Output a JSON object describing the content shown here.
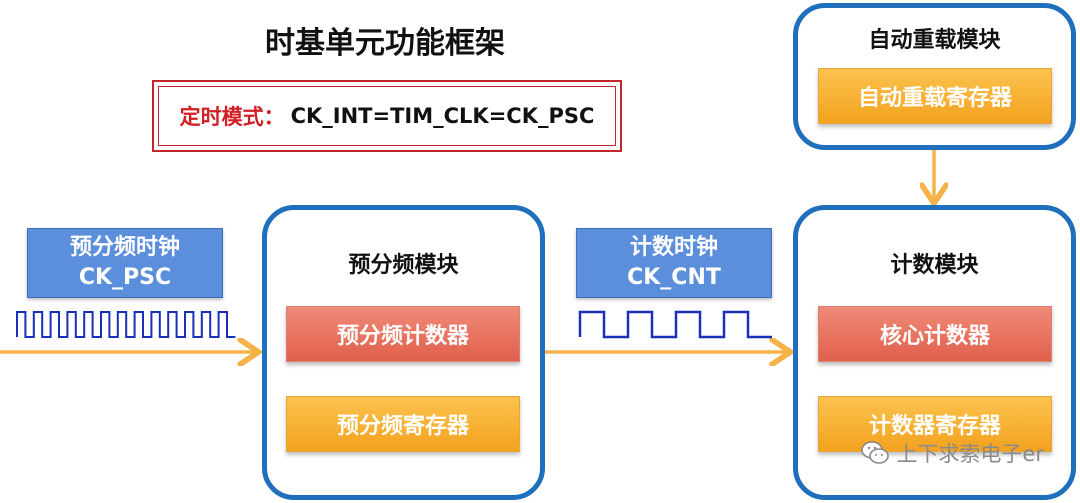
{
  "title": "时基单元功能框架",
  "mode": {
    "label": "定时模式：",
    "value": "CK_INT=TIM_CLK=CK_PSC"
  },
  "prescaler_clock": {
    "line1": "预分频时钟",
    "line2": "CK_PSC"
  },
  "counter_clock": {
    "line1": "计数时钟",
    "line2": "CK_CNT"
  },
  "prescaler_module": {
    "title": "预分频模块",
    "counter": "预分频计数器",
    "register": "预分频寄存器"
  },
  "autoreload_module": {
    "title": "自动重载模块",
    "register": "自动重载寄存器"
  },
  "counter_module": {
    "title": "计数模块",
    "counter": "核心计数器",
    "register": "计数器寄存器"
  },
  "watermark": {
    "text": "上下求索电子er",
    "icon": "wechat-icon"
  },
  "colors": {
    "module_border": "#1f6fbd",
    "arrow": "#f5b24a",
    "clock_label": "#5b8fdc",
    "counter_fill": "#e8705c",
    "register_fill": "#f6ad33",
    "waveform": "#1a2fb8",
    "mode_border": "#c0272d"
  }
}
